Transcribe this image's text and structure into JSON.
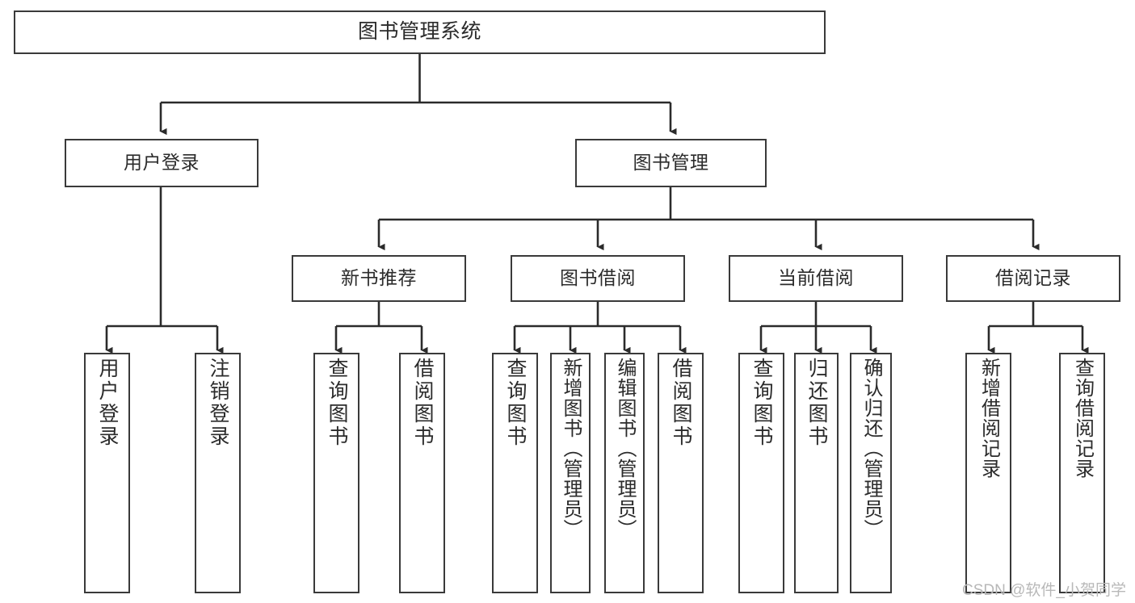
{
  "diagram": {
    "title": "图书管理系统",
    "type": "tree-hierarchy-chart",
    "watermark": "CSDN @软件_小贺同学",
    "colors": {
      "background": "#ffffff",
      "border": "#3a3a3a",
      "text": "#2b2b2b",
      "edge": "#2b2b2b",
      "watermark": "#b8b8b8"
    },
    "nodes": {
      "root": {
        "label": "图书管理系统"
      },
      "level2": [
        {
          "id": "user-login",
          "label": "用户登录"
        },
        {
          "id": "book-manage",
          "label": "图书管理"
        }
      ],
      "level3": [
        {
          "id": "new-book-rec",
          "label": "新书推荐"
        },
        {
          "id": "book-borrow",
          "label": "图书借阅"
        },
        {
          "id": "current-borrow",
          "label": "当前借阅"
        },
        {
          "id": "borrow-record",
          "label": "借阅记录"
        }
      ],
      "leaves": {
        "user-login": [
          {
            "id": "leaf-user-login",
            "label": "用户登录"
          },
          {
            "id": "leaf-logout",
            "label": "注销登录"
          }
        ],
        "new-book-rec": [
          {
            "id": "leaf-query-book-1",
            "label": "查询图书"
          },
          {
            "id": "leaf-borrow-book-1",
            "label": "借阅图书"
          }
        ],
        "book-borrow": [
          {
            "id": "leaf-query-book-2",
            "label": "查询图书"
          },
          {
            "id": "leaf-add-book",
            "label": "新增图书（管理员）"
          },
          {
            "id": "leaf-edit-book",
            "label": "编辑图书（管理员）"
          },
          {
            "id": "leaf-borrow-book-2",
            "label": "借阅图书"
          }
        ],
        "current-borrow": [
          {
            "id": "leaf-query-book-3",
            "label": "查询图书"
          },
          {
            "id": "leaf-return-book",
            "label": "归还图书"
          },
          {
            "id": "leaf-confirm-return",
            "label": "确认归还（管理员）"
          }
        ],
        "borrow-record": [
          {
            "id": "leaf-add-record",
            "label": "新增借阅记录"
          },
          {
            "id": "leaf-query-record",
            "label": "查询借阅记录"
          }
        ]
      }
    }
  }
}
